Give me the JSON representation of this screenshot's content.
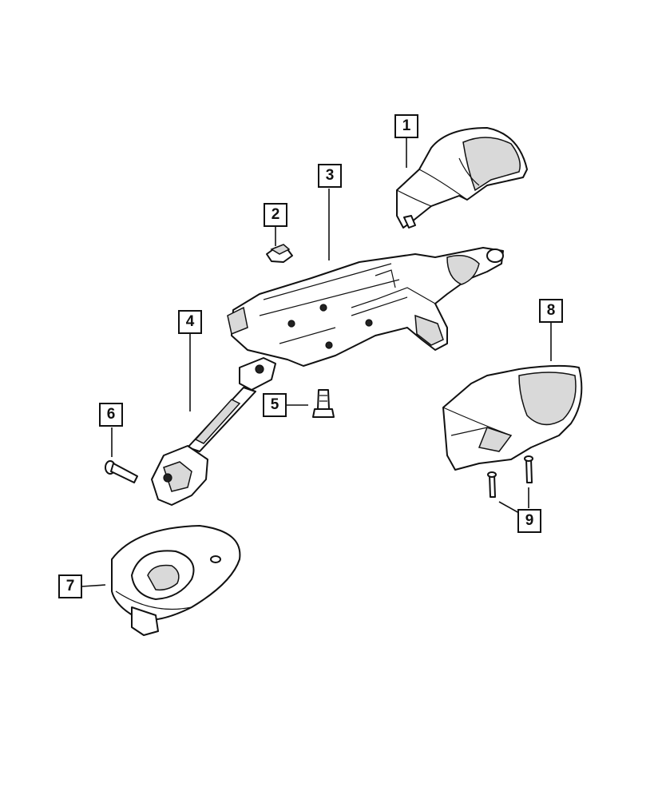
{
  "callouts": [
    {
      "id": "1",
      "label": "1",
      "part": "upper-steering-column-shroud"
    },
    {
      "id": "2",
      "label": "2",
      "part": "nut"
    },
    {
      "id": "3",
      "label": "3",
      "part": "steering-column-assembly"
    },
    {
      "id": "4",
      "label": "4",
      "part": "intermediate-shaft"
    },
    {
      "id": "5",
      "label": "5",
      "part": "bolt"
    },
    {
      "id": "6",
      "label": "6",
      "part": "pinch-bolt"
    },
    {
      "id": "7",
      "label": "7",
      "part": "dash-boot-seal"
    },
    {
      "id": "8",
      "label": "8",
      "part": "lower-steering-column-shroud"
    },
    {
      "id": "9",
      "label": "9",
      "part": "shroud-screws"
    }
  ],
  "colors": {
    "line": "#111111",
    "shade": "#d9d9d9",
    "background": "#ffffff"
  }
}
